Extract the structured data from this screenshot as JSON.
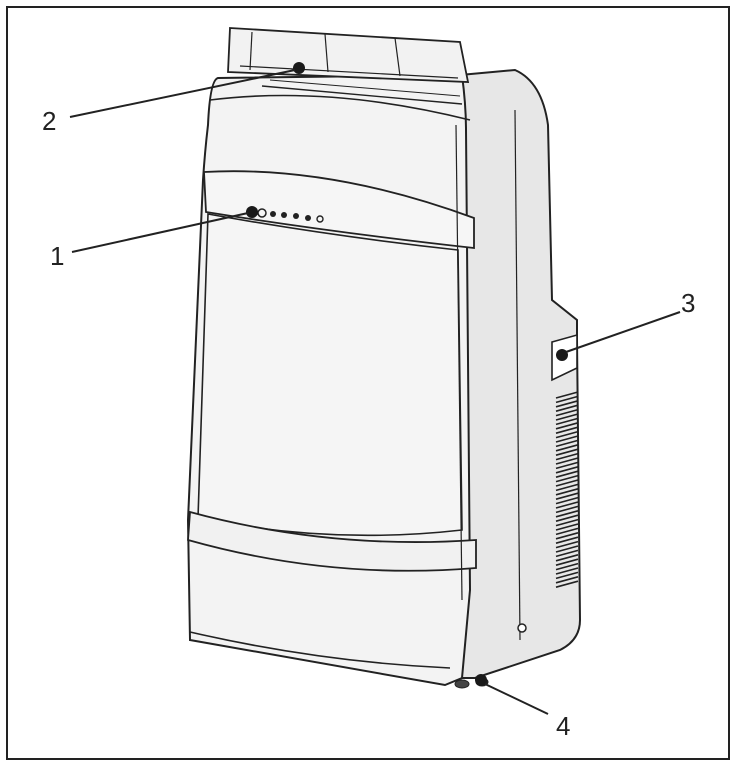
{
  "figure": {
    "callouts": [
      {
        "id": "c1",
        "label": "1"
      },
      {
        "id": "c2",
        "label": "2"
      },
      {
        "id": "c3",
        "label": "3"
      },
      {
        "id": "c4",
        "label": "4"
      }
    ],
    "colors": {
      "line": "#222222",
      "body_fill": "#f3f3f3",
      "side_fill": "#e7e7e7",
      "marker": "#1a1a1a"
    }
  }
}
